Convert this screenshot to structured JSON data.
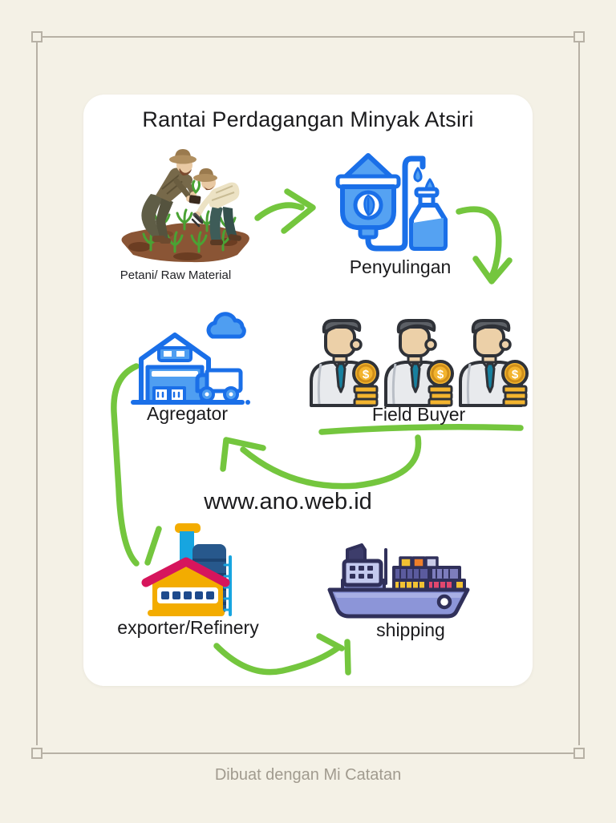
{
  "page": {
    "background_color": "#f4f1e6",
    "frame_color": "#b7b1a5",
    "card_color": "#ffffff",
    "footer_text": "Dibuat dengan Mi Catatan"
  },
  "diagram": {
    "title": "Rantai Perdagangan Minyak Atsiri",
    "watermark": "www.ano.web.id",
    "arrow_color": "#74c63e",
    "nodes": [
      {
        "id": "petani",
        "label": "Petani/ Raw Material",
        "icon": "farmers-illustration"
      },
      {
        "id": "penyulingan",
        "label": "Penyulingan",
        "icon": "distillation-icon"
      },
      {
        "id": "agregator",
        "label": "Agregator",
        "icon": "warehouse-truck-icon"
      },
      {
        "id": "field_buyer",
        "label": "Field Buyer",
        "icon": "buyers-coins-icon"
      },
      {
        "id": "exporter",
        "label": "exporter/Refinery",
        "icon": "factory-icon"
      },
      {
        "id": "shipping",
        "label": "shipping",
        "icon": "cargo-ship-icon"
      }
    ],
    "edges": [
      {
        "from": "petani",
        "to": "penyulingan"
      },
      {
        "from": "penyulingan",
        "to": "field_buyer"
      },
      {
        "from": "field_buyer",
        "to": "agregator"
      },
      {
        "from": "agregator",
        "to": "exporter"
      },
      {
        "from": "exporter",
        "to": "shipping"
      }
    ]
  },
  "icons": {
    "coin_symbol": "$"
  }
}
